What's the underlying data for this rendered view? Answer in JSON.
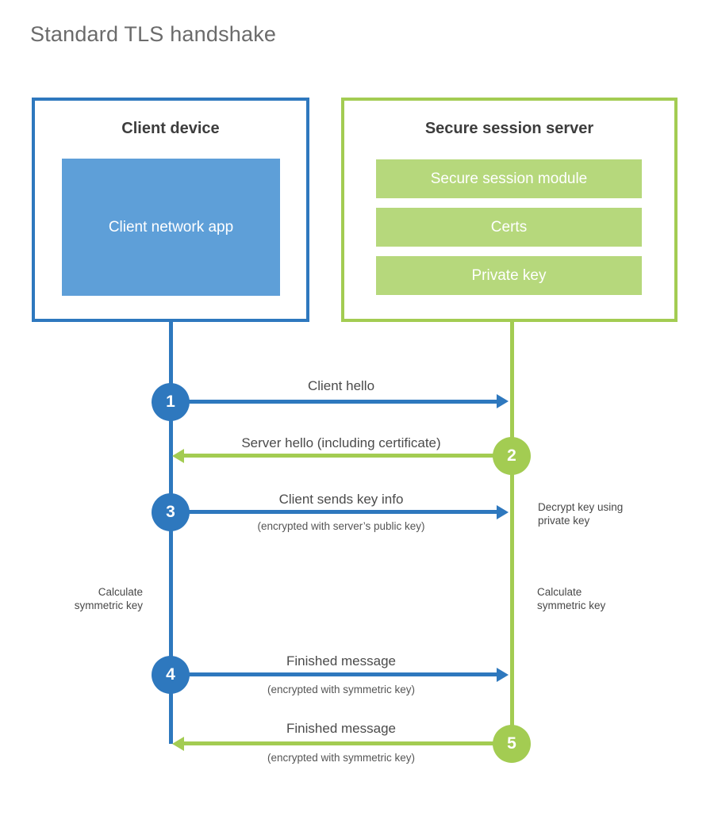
{
  "title": "Standard TLS handshake",
  "colors": {
    "blue": "#2E78BE",
    "blue_fill": "#5E9FD8",
    "green": "#A3CC52",
    "green_fill": "#B6D87C"
  },
  "client": {
    "title": "Client device",
    "app": "Client network app"
  },
  "server": {
    "title": "Secure session server",
    "modules": [
      "Secure session module",
      "Certs",
      "Private key"
    ]
  },
  "steps": [
    {
      "num": "1",
      "label": "Client hello",
      "sub": ""
    },
    {
      "num": "2",
      "label": "Server hello (including certificate)",
      "sub": ""
    },
    {
      "num": "3",
      "label": "Client sends key info",
      "sub": "(encrypted with server’s public key)"
    },
    {
      "num": "4",
      "label": "Finished message",
      "sub": "(encrypted with symmetric key)"
    },
    {
      "num": "5",
      "label": "Finished message",
      "sub": "(encrypted with symmetric key)"
    }
  ],
  "annotations": {
    "decrypt": "Decrypt key using private key",
    "calc_left": "Calculate symmetric key",
    "calc_right": "Calculate symmetric key"
  }
}
